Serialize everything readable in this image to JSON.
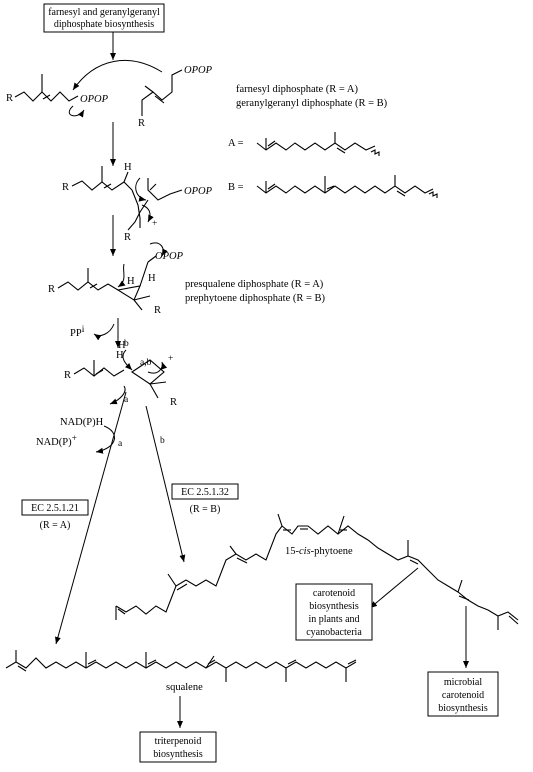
{
  "boxes": {
    "top": [
      "farnesyl and geranylgeranyl",
      "diphosphate biosynthesis"
    ],
    "ec_a": "EC 2.5.1.21",
    "ec_b": "EC 2.5.1.32",
    "plants": [
      "carotenoid",
      "biosynthesis",
      "in plants and",
      "cyanobacteria"
    ],
    "microbial": [
      "microbial",
      "carotenoid",
      "biosynthesis"
    ],
    "triterpenoid": [
      "triterpenoid",
      "biosynthesis"
    ]
  },
  "labels": {
    "fpp": "farnesyl diphosphate (R = A)",
    "ggpp": "geranylgeranyl diphosphate (R = B)",
    "psdp": "presqualene diphosphate (R = A)",
    "ppdp": "prephytoene diphosphate (R = B)",
    "a_eq": "A =",
    "b_eq": "B =",
    "opop": "OPOP",
    "r": "R",
    "h": "H",
    "plus": "+",
    "ppi": "PP",
    "ppi_sup": "i",
    "nadph": "NAD(P)H",
    "nadp": "NAD(P)",
    "nadp_sup": "+",
    "path_a": "a",
    "path_b": "b",
    "ab": "a,b",
    "ra": "(R = A)",
    "rb": "(R = B)",
    "phytoene_prefix": "15-",
    "phytoene_cis": "cis",
    "phytoene_suffix": "-phytoene",
    "squalene": "squalene"
  }
}
